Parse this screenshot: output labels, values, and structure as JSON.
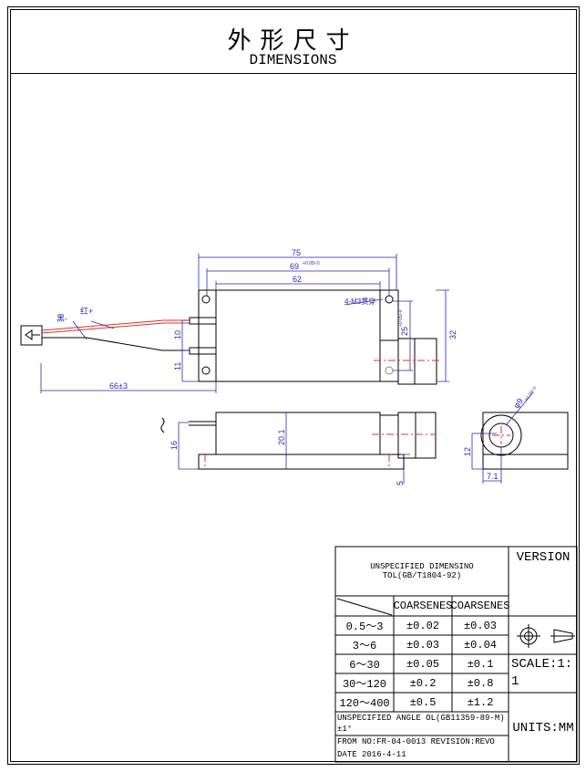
{
  "title": {
    "chinese": "外形尺寸",
    "english": "DIMENSIONS"
  },
  "drawing": {
    "labels": {
      "red_wire": "红+",
      "black_wire": "黑-",
      "mount_holes": "4-M3贯穿"
    },
    "dimensions": {
      "overall_length": "75",
      "hole_pitch": "69",
      "hole_pitch_tol": "+0.05/-0",
      "body_length": "62",
      "height": "32",
      "hole_spacing": "25",
      "hole_spacing_tol": "+0.05/-0",
      "wire_spacing_1": "10",
      "wire_spacing_2": "11",
      "lead_length": "66±3",
      "side_height_wire": "16",
      "side_height": "20.1",
      "base_thickness": "5",
      "bore_dia": "φ9",
      "bore_tol": "+0.05/-0",
      "center_height": "12",
      "center_offset": "7.1"
    },
    "colors": {
      "line": "#000000",
      "dimension": "#2a2ab0",
      "red_wire": "#e0302a",
      "centerline": "#e0302a"
    }
  },
  "title_block": {
    "tol_header": "UNSPECIFIED DIMENSINO TOL(GB/T1804-92)",
    "col_headers": [
      "COARSENES",
      "COARSENES"
    ],
    "rows": [
      [
        "0.5～3",
        "±0.02",
        "±0.03"
      ],
      [
        "3～6",
        "±0.03",
        "±0.04"
      ],
      [
        "6～30",
        "±0.05",
        "±0.1"
      ],
      [
        "30～120",
        "±0.2",
        "±0.8"
      ],
      [
        "120～400",
        "±0.5",
        "±1.2"
      ]
    ],
    "angle_tol": "UNSPECIFIED ANGLE OL(GB11359-89-M)±1°",
    "form_no": "FROM NO:FR-04-0013 REVISION:REVO",
    "date": "DATE 2016-4-11",
    "version": "VERSION",
    "scale": "SCALE:1:1",
    "units": "UNITS:MM",
    "projection_symbol": "first-angle-projection-icon"
  }
}
